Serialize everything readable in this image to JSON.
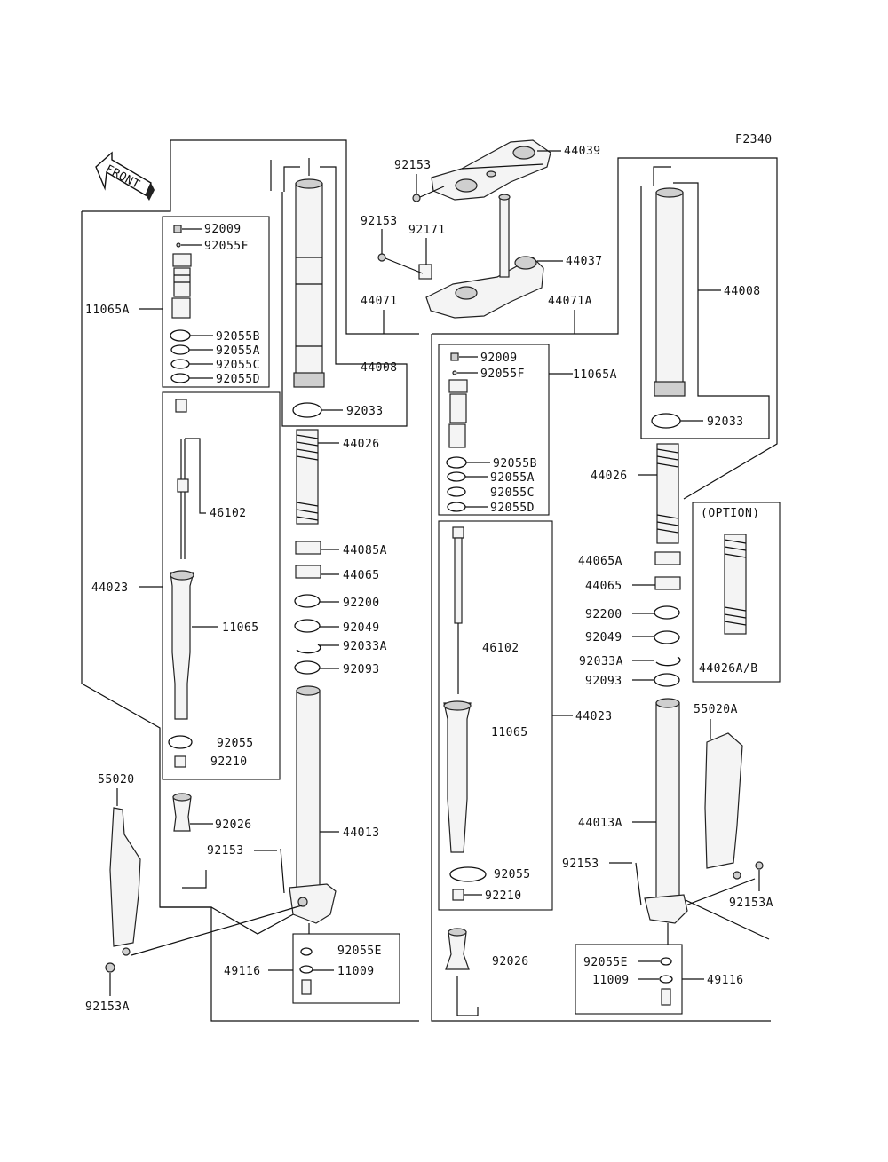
{
  "diagram_code": "F2340",
  "front_arrow": "FRONT",
  "option_label": "(OPTION)",
  "labels": {
    "p44039": "44039",
    "p92153_top": "92153",
    "p92153_2": "92153",
    "p92171": "92171",
    "p44037": "44037",
    "p44071": "44071",
    "p44071A": "44071A",
    "p44008_L": "44008",
    "p44008_R": "44008",
    "p92033_L": "92033",
    "p92033_R": "92033",
    "p11065A_L": "11065A",
    "p11065A_R": "11065A",
    "p92009_L": "92009",
    "p92009_R": "92009",
    "p92055F_L": "92055F",
    "p92055F_R": "92055F",
    "p92055B_L": "92055B",
    "p92055B_R": "92055B",
    "p92055A_L": "92055A",
    "p92055A_R": "92055A",
    "p92055C_L": "92055C",
    "p92055C_R": "92055C",
    "p92055D_L": "92055D",
    "p92055D_R": "92055D",
    "p44026_L": "44026",
    "p44026_R": "44026",
    "p44085A": "44085A",
    "p44065A_R": "44065A",
    "p44065_L": "44065",
    "p44065_R": "44065",
    "p92200_L": "92200",
    "p92200_R": "92200",
    "p92049_L": "92049",
    "p92049_R": "92049",
    "p92033A_L": "92033A",
    "p92033A_R": "92033A",
    "p92093_L": "92093",
    "p92093_R": "92093",
    "p46102_L": "46102",
    "p46102_R": "46102",
    "p44023_L": "44023",
    "p44023_R": "44023",
    "p11065_L": "11065",
    "p11065_R": "11065",
    "p92055_L": "92055",
    "p92055_R": "92055",
    "p92210_L": "92210",
    "p92210_R": "92210",
    "p92026_L": "92026",
    "p92026_R": "92026",
    "p44013": "44013",
    "p44013A": "44013A",
    "p92153_L": "92153",
    "p92153_R": "92153",
    "p55020": "55020",
    "p55020A": "55020A",
    "p92153A_L": "92153A",
    "p92153A_R": "92153A",
    "p92055E_L": "92055E",
    "p92055E_R": "92055E",
    "p11009_L": "11009",
    "p11009_R": "11009",
    "p49116_L": "49116",
    "p49116_R": "49116",
    "p44026AB": "44026A/B"
  }
}
